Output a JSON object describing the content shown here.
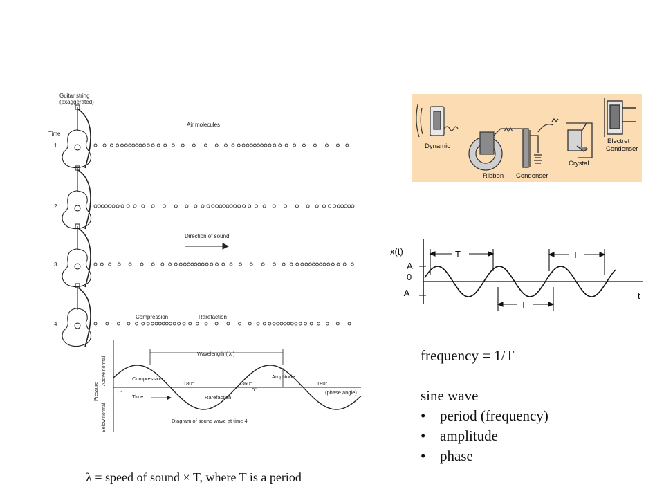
{
  "left_figure": {
    "guitar_label_line1": "Guitar string",
    "guitar_label_line2": "(exaggerated)",
    "time_label": "Time",
    "air_molecules": "Air molecules",
    "direction_of_sound": "Direction of sound",
    "compression": "Compression",
    "rarefaction": "Rarefaction",
    "rows": [
      "1",
      "2",
      "3",
      "4"
    ]
  },
  "wave_diagram": {
    "wavelength": "Wavelength ( λ )",
    "above_normal": "Above normal",
    "pressure": "Pressure",
    "below_normal": "Below normal",
    "compression": "Compression",
    "rarefaction": "Rarefaction",
    "time": "Time",
    "amplitude": "Amplitude",
    "deg0": "0°",
    "deg180": "180°",
    "deg360": "360°",
    "deg0b": "0°",
    "deg180b": "180°",
    "phase_angle": "(phase angle)",
    "caption": "Diagram of sound wave at time 4"
  },
  "microphones": {
    "background_color": "#fbdcb3",
    "dynamic": "Dynamic",
    "ribbon": "Ribbon",
    "condenser": "Condenser",
    "crystal": "Crystal",
    "electret_line1": "Electret",
    "electret_line2": "Condenser"
  },
  "sine_graph": {
    "y_label": "x(t)",
    "A": "A",
    "zero": "0",
    "minus_A": "−A",
    "T1": "T",
    "T2": "T",
    "T3": "T",
    "t": "t"
  },
  "text": {
    "frequency": "frequency = 1/T",
    "sine_wave": "sine wave",
    "bullets": [
      "period  (frequency)",
      "amplitude",
      "phase"
    ],
    "bullet_char": "•",
    "formula": "λ = speed of sound × T,  where T is a period"
  }
}
